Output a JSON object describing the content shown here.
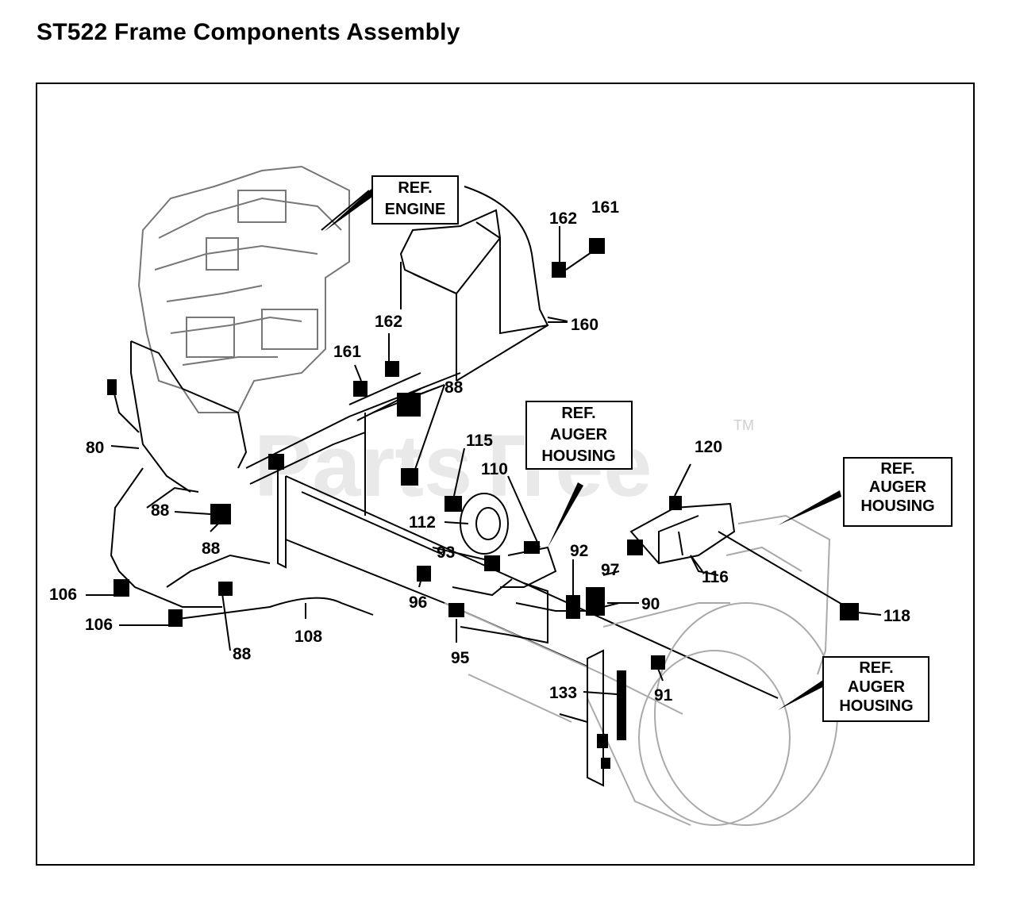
{
  "title": "ST522 Frame Components Assembly",
  "watermark": "PartsTree",
  "trademark": "TM",
  "ref_boxes": {
    "engine": [
      "REF.",
      "ENGINE"
    ],
    "auger_center": [
      "REF.",
      "AUGER",
      "HOUSING"
    ],
    "auger_right_top": [
      "REF.",
      "AUGER",
      "HOUSING"
    ],
    "auger_right_bottom": [
      "REF.",
      "AUGER",
      "HOUSING"
    ]
  },
  "callouts": {
    "p162_top": "162",
    "p161_top": "161",
    "p160": "160",
    "p162_mid": "162",
    "p161_mid": "161",
    "p88_top": "88",
    "p80": "80",
    "p88_left": "88",
    "p88_left2": "88",
    "p115": "115",
    "p110": "110",
    "p112": "112",
    "p93": "93",
    "p92": "92",
    "p97": "97",
    "p90": "90",
    "p120": "120",
    "p116": "116",
    "p118": "118",
    "p96": "96",
    "p106_a": "106",
    "p106_b": "106",
    "p88_bottom": "88",
    "p108": "108",
    "p95": "95",
    "p133": "133",
    "p91": "91"
  },
  "colors": {
    "line": "#000000",
    "watermark": "#d8d8d8",
    "faint": "#aaaaaa"
  }
}
